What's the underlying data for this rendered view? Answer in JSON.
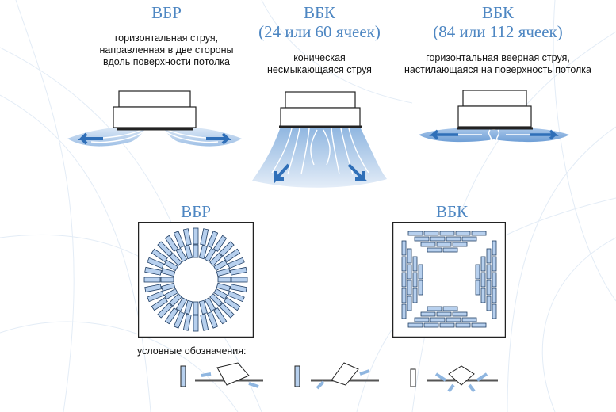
{
  "diffusers": [
    {
      "title": "ВБР",
      "subtitle": "",
      "description": [
        "горизонтальная струя,",
        "направленная в две стороны",
        "вдоль поверхности потолка"
      ]
    },
    {
      "title": "ВБК",
      "subtitle": "(24 или 60 ячеек)",
      "description": [
        "коническая",
        "несмыкающаяся струя"
      ]
    },
    {
      "title": "ВБК",
      "subtitle": "(84 или 112 ячеек)",
      "description": [
        "горизонтальная веерная струя,",
        "настилающаяся на поверхность потолка"
      ]
    }
  ],
  "plans": [
    {
      "title": "ВБР"
    },
    {
      "title": "ВБК"
    }
  ],
  "legend": {
    "label": "условные обозначения:"
  },
  "colors": {
    "accent": "#4d86c2",
    "jet": "#8fb6e0",
    "vane": "#b7d0ee"
  }
}
